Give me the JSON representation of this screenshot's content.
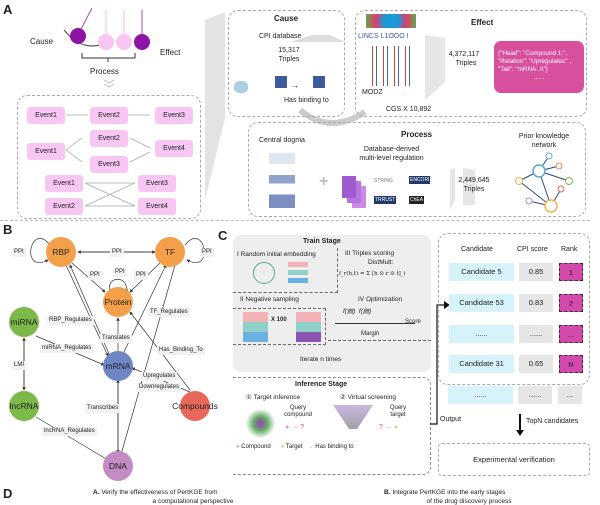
{
  "panels": {
    "a": "A",
    "b": "B",
    "c": "C",
    "d": "D"
  },
  "panelA": {
    "cause": "Cause",
    "effect": "Effect",
    "process": "Process",
    "events": {
      "row1": [
        "Event1",
        "Event2",
        "Event3"
      ],
      "row2": [
        "Event1",
        "Event2",
        "Event3",
        "Event4"
      ],
      "row3": [
        "Event1",
        "Event2",
        "Event3",
        "Event4"
      ]
    },
    "causeBox": {
      "title": "Cause",
      "db": "CPI database",
      "count": "15,317",
      "unit": "Triples",
      "relation": "Has binding to"
    },
    "effectBox": {
      "title": "Effect",
      "source": "LINCS L1OOO I",
      "method": "MODZ",
      "cgs": "CGS X 10,892",
      "count": "4,372,117",
      "unit": "Triples",
      "example": [
        "{\"Head\": \"Compound 1:\",",
        "\"Relation\": \"Upregulates\" ,",
        "\"Tail\": \"mRNA: A\"}",
        "......"
      ]
    },
    "processBox": {
      "title": "Process",
      "dogma": "Central dogma",
      "db_line1": "Database-derived",
      "db_line2": "multi-level regulation",
      "count": "2,449,645",
      "unit": "Triples",
      "prior_line1": "Prior knowledge",
      "prior_line2": "network",
      "logos": [
        "STRING",
        "ENCORI",
        "TRRUST",
        "ChEA"
      ]
    }
  },
  "panelB": {
    "nodes": {
      "rbp": "RBP",
      "tf": "TF",
      "protein": "Protein",
      "mirna": "miRNA",
      "mrna": "mRNA",
      "lncrna": "lncRNA",
      "compounds": "Compounds",
      "dna": "DNA"
    },
    "edges": {
      "ppi": "PPI",
      "rbp_reg": "RBP_Regulates",
      "tf_reg": "TF_Regulates",
      "mirna_reg": "miRNA_Regulates",
      "translates": "Translates",
      "binding": "Has_Binding_To",
      "lmi": "LMI",
      "up": "Upregulates",
      "down": "Downregulates",
      "transcribes": "Transcribes",
      "lnc_reg": "lncRNA_Regulates"
    },
    "colors": {
      "orange": "#f4a04a",
      "green": "#7cb84a",
      "blue": "#6f86c4",
      "red": "#e8675a",
      "purple": "#c38bc4"
    }
  },
  "panelC": {
    "train": {
      "title": "Train Stage",
      "s1": "I  Random initial embedding",
      "s2": "II  Negative sampling",
      "s3": "III  Triples scoring",
      "s3b": "DistMult:",
      "formula": "f_r(h,t) = Σ [h ⊙ r ⊙ t]_i",
      "s4": "IV  Optimization",
      "x100": "X 100",
      "score": "Score",
      "margin": "Margin",
      "iterate": "Iterate n times"
    },
    "inference": {
      "title": "Inference Stage",
      "t1": "① Target inference",
      "t2": "② Virtual screening",
      "qc1": "Query",
      "qc2": "compound",
      "qt1": "Query",
      "qt2": "target",
      "legend": [
        "Compound",
        "Target",
        "Has binding to"
      ]
    },
    "table": {
      "headers": [
        "Candidate",
        "CPI score",
        "Rank"
      ],
      "rows": [
        [
          "Candidate 5",
          "0.85",
          "1"
        ],
        [
          "Candidate 53",
          "0.83",
          "2"
        ],
        [
          "......",
          "......",
          "..."
        ],
        [
          "Candidate 31",
          "0.65",
          "N"
        ],
        [
          "......",
          "......",
          "..."
        ]
      ]
    },
    "output": "Output",
    "topn": "TopN candidates",
    "verify": "Experimental verification"
  },
  "panelD": {
    "a_bold": "A.",
    "a_text": "Verify the effectiveness of PertKGE from",
    "a_text2": "a computational perspective",
    "b_bold": "B.",
    "b_text": "Integrate PertKGE into the early stages",
    "b_text2": "of the drug discovery process"
  }
}
